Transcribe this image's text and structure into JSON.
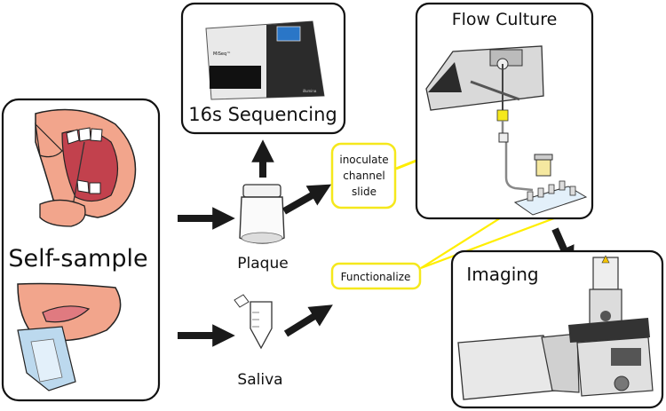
{
  "panels": {
    "self_sample": {
      "label": "Self-sample"
    },
    "sequencing": {
      "label": "16s Sequencing",
      "device_brand": "MiSeq™",
      "device_logo": "illumina"
    },
    "flow_culture": {
      "label": "Flow Culture"
    },
    "imaging": {
      "label": "Imaging"
    }
  },
  "samples": {
    "plaque": {
      "label": "Plaque"
    },
    "saliva": {
      "label": "Saliva"
    }
  },
  "callouts": {
    "inoculate": {
      "lines": [
        "inoculate",
        "channel",
        "slide"
      ]
    },
    "functionalize": {
      "label": "Functionalize"
    }
  },
  "colors": {
    "callout_border": "#f5e81c",
    "callout_line": "#ffee00",
    "skin": "#f2a58c",
    "lips": "#e07a80",
    "arrow": "#1a1a1a"
  }
}
